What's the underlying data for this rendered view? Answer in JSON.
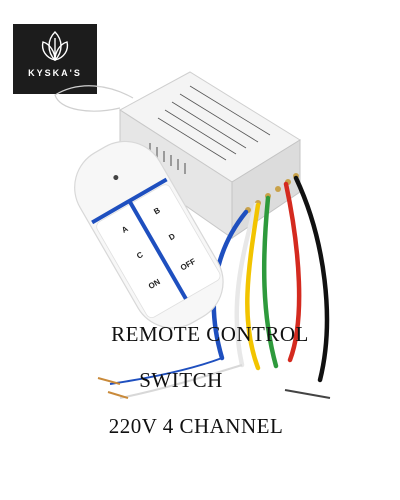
{
  "brand": {
    "logo_text": "KYSKA'S",
    "logo_icon": "leaf-icon",
    "background": "#1c1c1c"
  },
  "product": {
    "remote_buttons": [
      "A",
      "B",
      "C",
      "D",
      "ON",
      "OFF"
    ],
    "wire_colors": [
      "#1e4fbf",
      "#e8e8e8",
      "#f2c400",
      "#2e9a3c",
      "#d42a1f",
      "#111111"
    ]
  },
  "caption": {
    "line1": "REMOTE CONTROL",
    "line2": "SWITCH",
    "line3": "220V 4 CHANNEL"
  }
}
